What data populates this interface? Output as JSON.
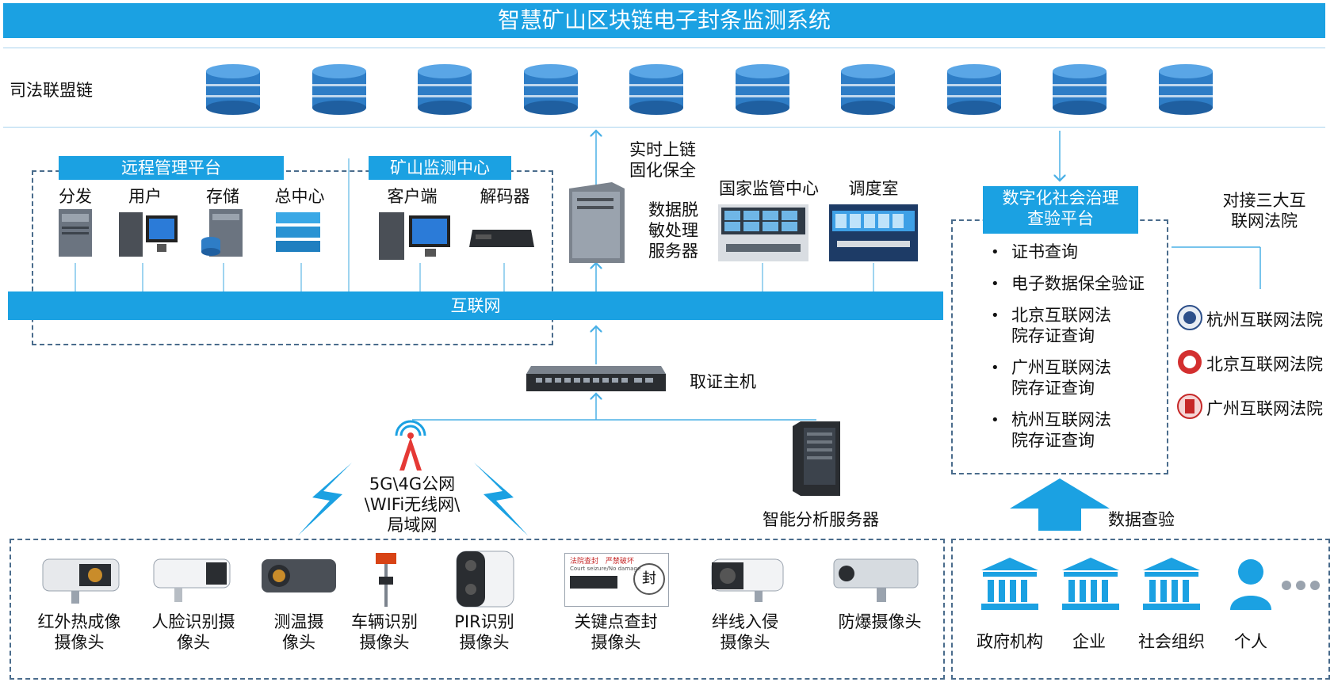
{
  "title": "智慧矿山区块链电子封条监测系统",
  "chain": {
    "label": "司法联盟链",
    "node_count": 10
  },
  "remote_platform": {
    "title": "远程管理平台",
    "items": [
      "分发",
      "用户",
      "存储",
      "总中心"
    ]
  },
  "mine_center": {
    "title": "矿山监测中心",
    "items": [
      "客户端",
      "解码器"
    ]
  },
  "realtime": {
    "line1": "实时上链",
    "line2": "固化保全"
  },
  "desens": {
    "line1": "数据脱",
    "line2": "敏处理",
    "line3": "服务器"
  },
  "national_center": "国家监管中心",
  "dispatch_room": "调度室",
  "internet": "互联网",
  "evidence_host": "取证主机",
  "network": {
    "line1": "5G\\4G公网",
    "line2": "\\WIFi无线网\\",
    "line3": "局域网"
  },
  "analysis_server": "智能分析服务器",
  "platform": {
    "title_line1": "数字化社会治理",
    "title_line2": "查验平台",
    "bullet": "•",
    "items": [
      {
        "line1": "证书查询",
        "line2": ""
      },
      {
        "line1": "电子数据保全验证",
        "line2": ""
      },
      {
        "line1": "北京互联网法",
        "line2": "院存证查询"
      },
      {
        "line1": "广州互联网法",
        "line2": "院存证查询"
      },
      {
        "line1": "杭州互联网法",
        "line2": "院存证查询"
      }
    ]
  },
  "courts": {
    "title_line1": "对接三大互",
    "title_line2": "联网法院",
    "list": [
      "杭州互联网法院",
      "北京互联网法院",
      "广州互联网法院"
    ]
  },
  "data_check": "数据查验",
  "cameras": [
    {
      "line1": "红外热成像",
      "line2": "摄像头"
    },
    {
      "line1": "人脸识别摄",
      "line2": "像头"
    },
    {
      "line1": "测温摄",
      "line2": "像头"
    },
    {
      "line1": "车辆识别",
      "line2": "摄像头"
    },
    {
      "line1": "PIR识别",
      "line2": "摄像头"
    },
    {
      "line1": "关键点查封",
      "line2": "摄像头"
    },
    {
      "line1": "绊线入侵",
      "line2": "摄像头"
    },
    {
      "line1": "防爆摄像头",
      "line2": ""
    }
  ],
  "seal_card": {
    "header1": "法院查封",
    "header2": "严禁破坏",
    "sub": "Court seizure/No damage",
    "seal": "封"
  },
  "users": [
    "政府机构",
    "企业",
    "社会组织",
    "个人"
  ],
  "colors": {
    "brand": "#1ba1e2",
    "db": "#2e7dc6",
    "dash": "#4a6c8c"
  }
}
